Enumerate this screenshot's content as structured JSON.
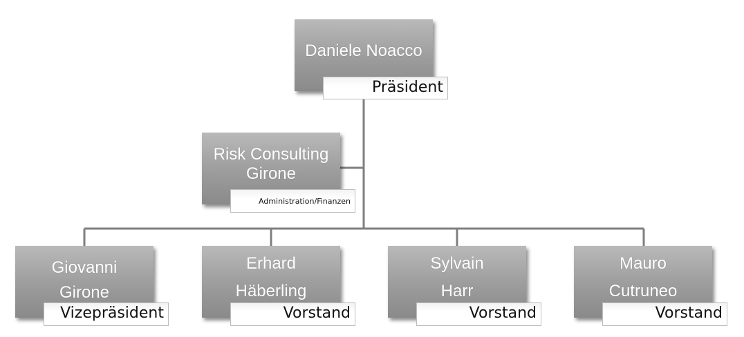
{
  "org_chart": {
    "top": {
      "name": "Daniele Noacco",
      "role": "Präsident"
    },
    "assistant": {
      "name_line1": "Risk Consulting",
      "name_line2": "Girone",
      "role": "Administration/Finanzen"
    },
    "members": [
      {
        "name_line1": "Giovanni",
        "name_line2": "Girone",
        "role": "Vizepräsident"
      },
      {
        "name_line1": "Erhard",
        "name_line2": "Häberling",
        "role": "Vorstand"
      },
      {
        "name_line1": "Sylvain",
        "name_line2": "Harr",
        "role": "Vorstand"
      },
      {
        "name_line1": "Mauro",
        "name_line2": "Cutruneo",
        "role": "Vorstand"
      }
    ]
  }
}
